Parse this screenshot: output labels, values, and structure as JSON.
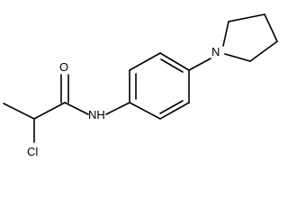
{
  "molecule": {
    "atoms": {
      "O": "O",
      "NH": "NH",
      "Cl": "Cl",
      "N": "N"
    }
  }
}
